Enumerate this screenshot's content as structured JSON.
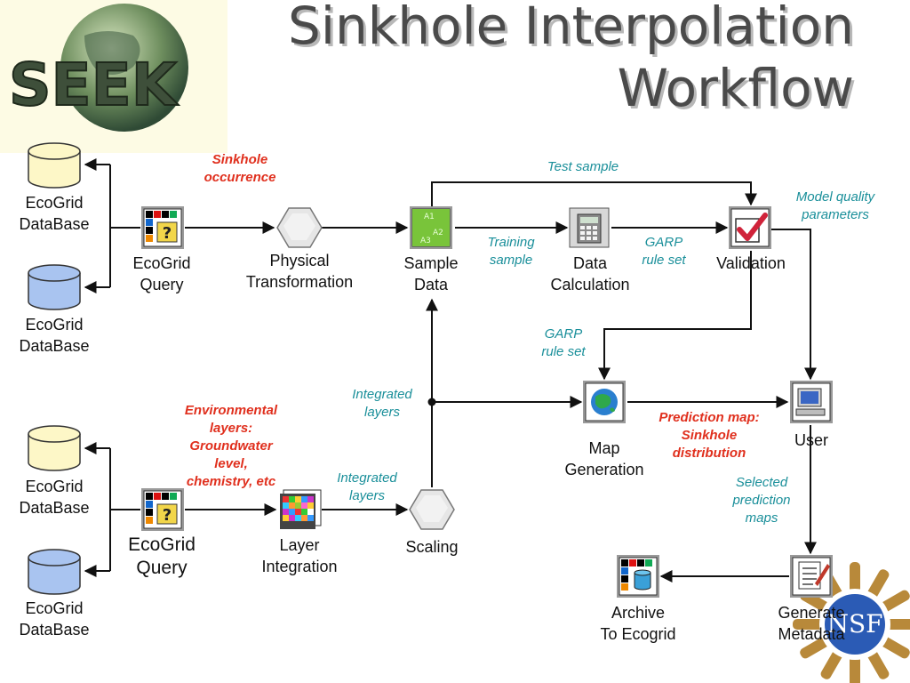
{
  "title": {
    "line1": "Sinkhole Interpolation",
    "line2": "Workflow"
  },
  "logo": {
    "text": "SEEK",
    "nsf_text": "NSF"
  },
  "databases": [
    {
      "line1": "EcoGrid",
      "line2": "DataBase"
    },
    {
      "line1": "EcoGrid",
      "line2": "DataBase"
    },
    {
      "line1": "EcoGrid",
      "line2": "DataBase"
    },
    {
      "line1": "EcoGrid",
      "line2": "DataBase"
    }
  ],
  "nodes": {
    "ecogrid_query_1": {
      "line1": "EcoGrid",
      "line2": "Query"
    },
    "physical_transformation": {
      "line1": "Physical",
      "line2": "Transformation"
    },
    "sample_data": {
      "line1": "Sample",
      "line2": "Data",
      "icon_labels": [
        "A1",
        "A2",
        "A3"
      ]
    },
    "data_calculation": {
      "line1": "Data",
      "line2": "Calculation"
    },
    "validation": {
      "line1": "Validation"
    },
    "map_generation": {
      "line1": "Map",
      "line2": "Generation"
    },
    "user": {
      "line1": "User"
    },
    "ecogrid_query_2": {
      "line1": "EcoGrid",
      "line2": "Query"
    },
    "layer_integration": {
      "line1": "Layer",
      "line2": "Integration"
    },
    "scaling": {
      "line1": "Scaling"
    },
    "archive": {
      "line1": "Archive",
      "line2": "To Ecogrid"
    },
    "generate_metadata": {
      "line1": "Generate",
      "line2": "Metadata"
    }
  },
  "annotations": {
    "sinkhole_occurrence": [
      "Sinkhole",
      "occurrence"
    ],
    "test_sample": [
      "Test sample"
    ],
    "model_quality": [
      "Model quality",
      "parameters"
    ],
    "training_sample": [
      "Training",
      "sample"
    ],
    "garp_rule_set_1": [
      "GARP",
      "rule set"
    ],
    "garp_rule_set_2": [
      "GARP",
      "rule set"
    ],
    "integrated_layers_1": [
      "Integrated",
      "layers"
    ],
    "integrated_layers_2": [
      "Integrated",
      "layers"
    ],
    "environmental_layers": [
      "Environmental",
      "layers:",
      "Groundwater",
      "level,",
      "chemistry, etc"
    ],
    "prediction_map": [
      "Prediction map:",
      "Sinkhole",
      "distribution"
    ],
    "selected_prediction_maps": [
      "Selected",
      "prediction",
      "maps"
    ]
  },
  "colors": {
    "title": "#4a4a4a",
    "teal_annotation": "#1a8f9a",
    "red_annotation": "#e0301e",
    "db_yellow": "#fdf7c7",
    "db_blue": "#a9c4f0"
  }
}
